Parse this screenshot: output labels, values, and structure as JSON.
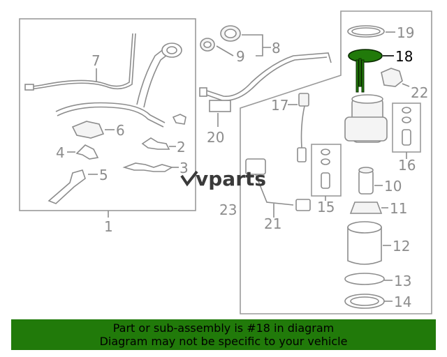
{
  "diagram": {
    "callouts": [
      "1",
      "2",
      "3",
      "4",
      "5",
      "6",
      "7",
      "8",
      "9",
      "10",
      "11",
      "12",
      "13",
      "14",
      "15",
      "16",
      "17",
      "18",
      "19",
      "20",
      "21",
      "22",
      "23"
    ],
    "highlighted_callout": "18",
    "highlight_color": "#217a0a",
    "watermark": "vparts",
    "watermark_logo_icon": "check-swoosh-icon"
  },
  "banner": {
    "line1": "Part or sub-assembly is #18 in diagram",
    "line2": "Diagram may not be specific to your vehicle",
    "background": "#217a0a"
  }
}
